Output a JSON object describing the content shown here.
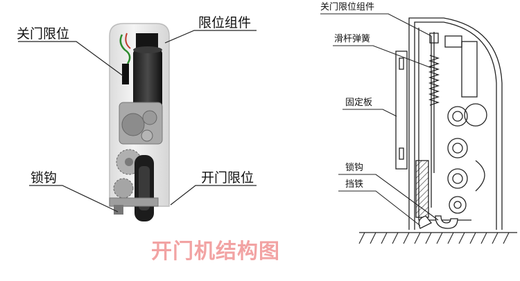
{
  "photo_labels": {
    "close_limit": "关门限位",
    "limit_assembly": "限位组件",
    "lock_hook": "锁钩",
    "open_limit": "开门限位"
  },
  "drawing_labels": {
    "close_limit": "关门限位组件",
    "slide_spring": "滑杆弹簧",
    "fixed_plate": "固定板",
    "lock_hook": "锁钩",
    "stopper": "挡铁"
  },
  "title": "开门机结构图",
  "colors": {
    "title": "#f2a3a3",
    "label": "#111111",
    "line": "#222222",
    "panel": "#eeeeee"
  }
}
